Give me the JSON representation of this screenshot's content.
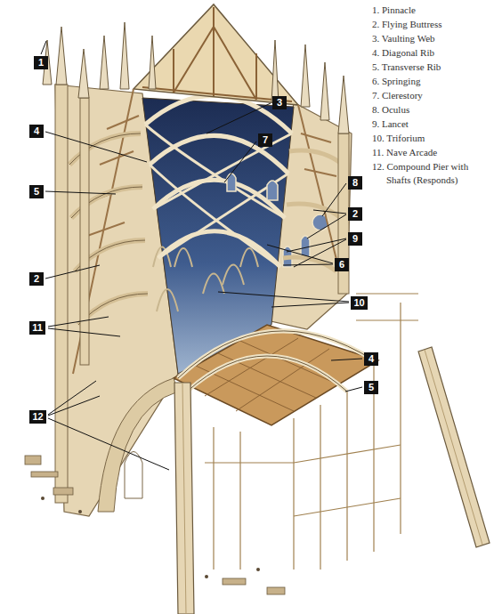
{
  "diagram": {
    "nodes": [
      {
        "text": [
          "1"
        ]
      },
      {
        "text": [
          "3"
        ]
      },
      {
        "text": [
          "4"
        ]
      },
      {
        "text": [
          "7"
        ]
      },
      {
        "text": [
          "8"
        ]
      },
      {
        "text": [
          "5"
        ]
      },
      {
        "text": [
          "2"
        ]
      },
      {
        "text": [
          "9"
        ]
      },
      {
        "text": [
          "6"
        ]
      },
      {
        "text": [
          "2"
        ]
      },
      {
        "text": [
          "10"
        ]
      },
      {
        "text": [
          "11"
        ]
      },
      {
        "text": [
          "4"
        ]
      },
      {
        "text": [
          "5"
        ]
      },
      {
        "text": [
          "12"
        ]
      }
    ],
    "labels": [
      "1. Pinnacle",
      "2. Flying Buttress",
      "3. Vaulting Web",
      "4. Diagonal Rib",
      "5. Transverse Rib",
      "6. Springing",
      "7. Clerestory",
      "8. Oculus",
      "9. Lancet",
      "10. Triforium",
      "11. Nave Arcade",
      "12. Compound Pier with Shafts (Responds)"
    ]
  }
}
